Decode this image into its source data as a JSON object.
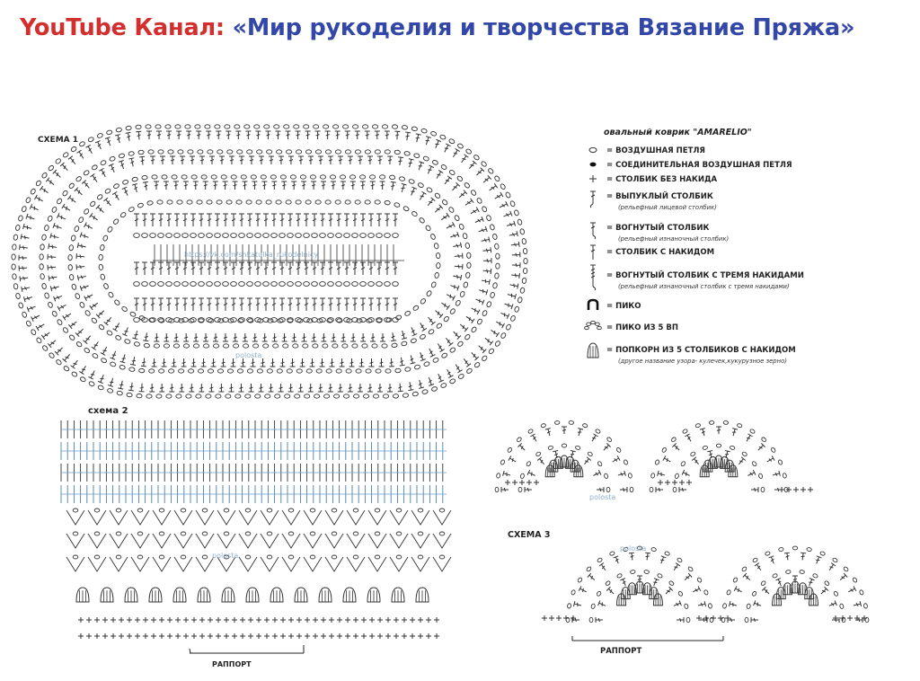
{
  "header": {
    "channel_prefix": "YouTube Канал:",
    "channel_name": "«Мир рукоделия и творчества Вязание Пряжа»",
    "prefix_color": "#d32f2f",
    "name_color": "#3347a8"
  },
  "diagram": {
    "scheme1_label": "СХЕМА 1",
    "scheme2_label": "схема 2",
    "scheme3_label": "СХЕМА 3",
    "rapport_label_2": "РАППОРТ",
    "rapport_label_3": "РАППОРТ",
    "watermark_url": "https://vk.com/shkatulka_rukodelnicy",
    "watermark_name_1": "polosta",
    "watermark_name_2": "polosta",
    "watermark_name_3": "polosta",
    "watermark_name_4": "polosta"
  },
  "legend": {
    "title": "овальный коврик \"AMARELIO\"",
    "items": [
      {
        "symbol": "chain-icon",
        "label": "= ВОЗДУШНАЯ ПЕТЛЯ",
        "sub": ""
      },
      {
        "symbol": "slip-stitch-icon",
        "label": "= СОЕДИНИТЕЛЬНАЯ ВОЗДУШНАЯ ПЕТЛЯ",
        "sub": ""
      },
      {
        "symbol": "single-crochet-icon",
        "label": "= СТОЛБИК БЕЗ НАКИДА",
        "sub": ""
      },
      {
        "symbol": "front-post-icon",
        "label": "= ВЫПУКЛЫЙ СТОЛБИК",
        "sub": "(рельефный лицевой столбик)"
      },
      {
        "symbol": "back-post-icon",
        "label": "= ВОГНУТЫЙ СТОЛБИК",
        "sub": "(рельефный изнаночный столбик)"
      },
      {
        "symbol": "double-crochet-icon",
        "label": "= СТОЛБИК С НАКИДОМ",
        "sub": ""
      },
      {
        "symbol": "back-post-treble-icon",
        "label": "= ВОГНУТЫЙ СТОЛБИК С ТРЕМЯ НАКИДАМИ",
        "sub": "(рельефный изнаночный столбик с тремя накидами)"
      },
      {
        "symbol": "picot-icon",
        "label": "= ПИКО",
        "sub": ""
      },
      {
        "symbol": "picot-5ch-icon",
        "label": "= ПИКО ИЗ 5 ВП",
        "sub": ""
      },
      {
        "symbol": "popcorn-icon",
        "label": "= ПОПКОРН ИЗ 5 СТОЛБИКОВ С НАКИДОМ",
        "sub": "(другое название узора- кулечек,кукурузное зерно)"
      }
    ]
  }
}
